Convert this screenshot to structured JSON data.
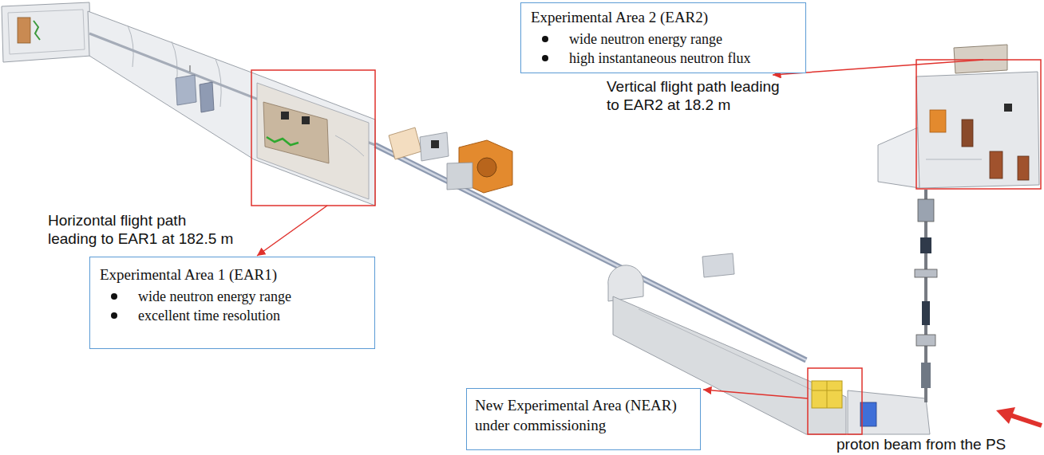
{
  "diagram": {
    "nodes": [
      {
        "text": [
          "Experimental Area 2 (EAR2)",
          "wide neutron energy range",
          "high instantaneous neutron flux"
        ]
      },
      {
        "text": [
          "Experimental Area 1 (EAR1)",
          "wide neutron energy range",
          "excellent time resolution"
        ]
      },
      {
        "text": [
          "New Experimental Area (NEAR) under commissioning"
        ]
      }
    ],
    "labels": [
      "Vertical flight path leading to EAR2 at 18.2 m",
      "Horizontal flight path leading to EAR1 at 182.5 m",
      "proton beam from the PS"
    ]
  }
}
